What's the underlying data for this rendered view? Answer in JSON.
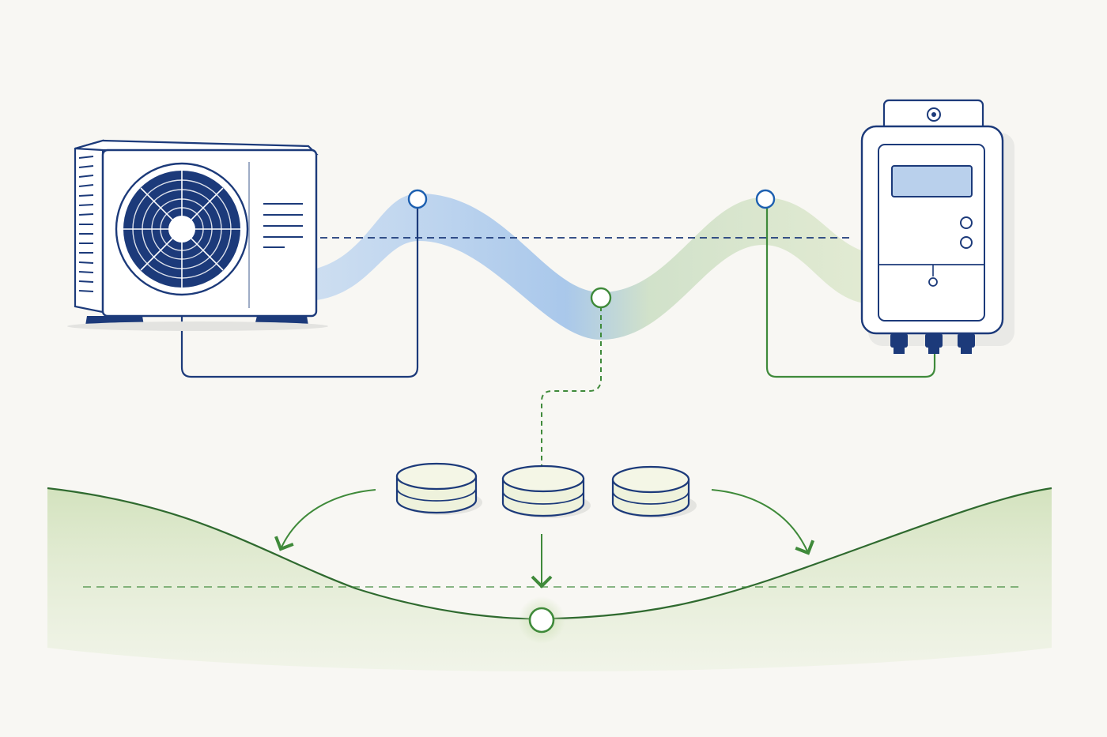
{
  "colors": {
    "background": "#f8f7f3",
    "navy": "#1c3a7a",
    "blue_wave": "#8fb8e8",
    "green": "#3f8a3a",
    "green_light": "#cfe0b8",
    "green_band": "#dbe8c8",
    "device_fill": "#ffffff",
    "screen": "#b9d0ec",
    "coin_fill": "#eef2dc"
  },
  "icons": {
    "heat_pump": "outdoor-heat-pump-icon",
    "controller": "wall-controller-icon",
    "storage": "stacked-disc-icon"
  },
  "nodes": {
    "wave_points": 3,
    "ground_points": 1
  },
  "storage_units": 3
}
